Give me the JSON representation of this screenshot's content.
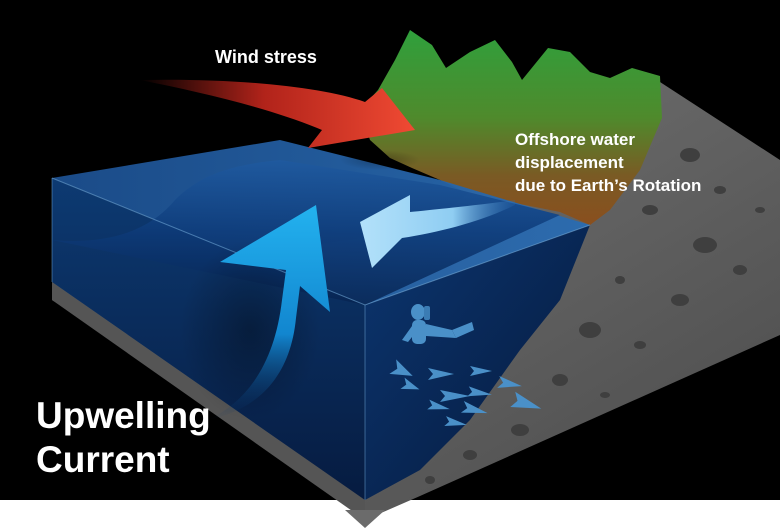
{
  "labels": {
    "wind_stress": "Wind stress",
    "offshore_line1": "Offshore water",
    "offshore_line2": "displacement",
    "offshore_line3": "due to Earth’s Rotation",
    "title_line1": "Upwelling",
    "title_line2": "Current"
  },
  "colors": {
    "background": "#000000",
    "bottom_band": "#ffffff",
    "ocean_deep": "#082a5a",
    "ocean_surface": "#2d6fb5",
    "rock": "#6b6b6b",
    "land_green": "#2f9e3a",
    "land_brown": "#8a5a22",
    "wind_arrow": "#e8402f",
    "offshore_arrow": "#9fd6f5",
    "upwelling_arrow": "#1aa6e6",
    "marine_life": "#4a90c8"
  }
}
